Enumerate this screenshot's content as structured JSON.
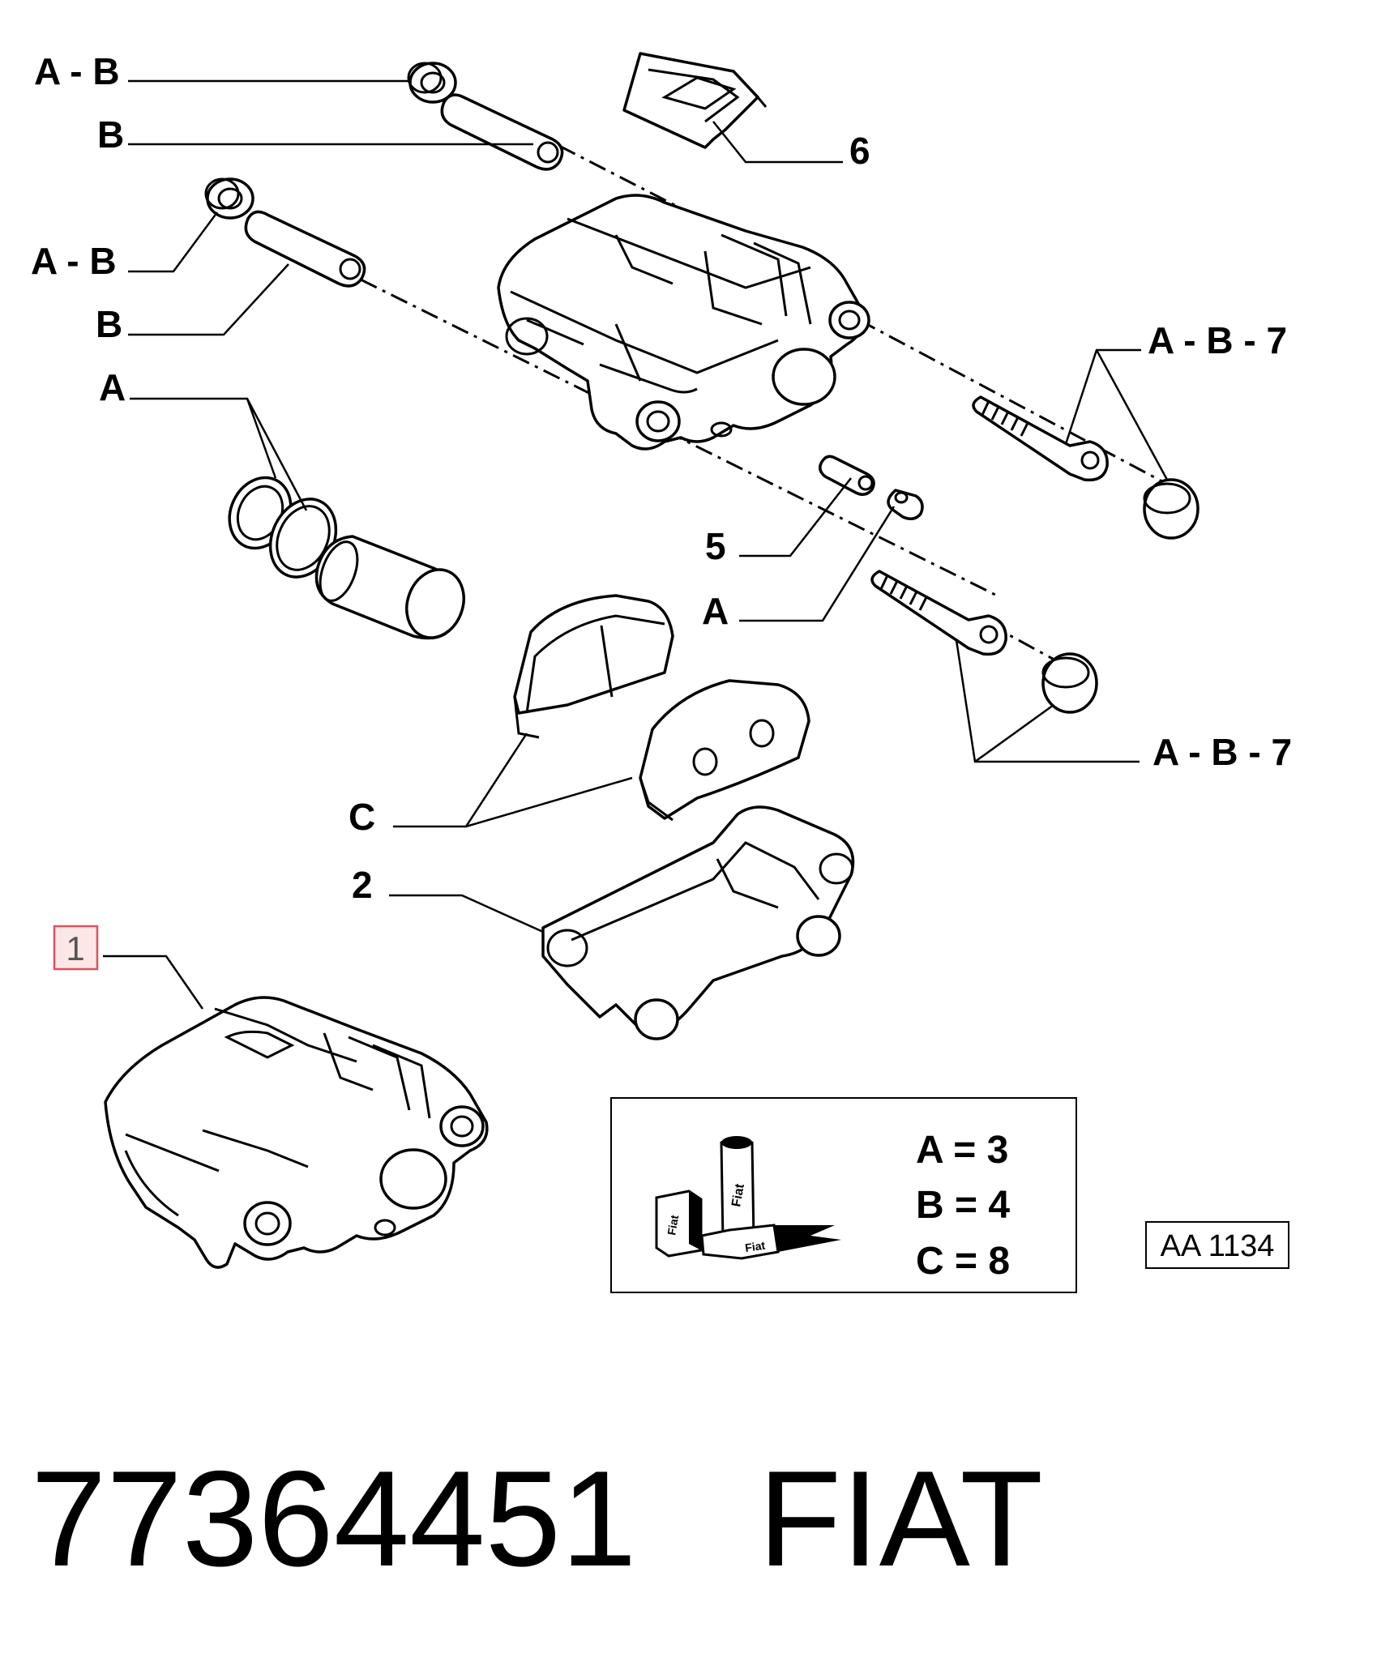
{
  "callouts": {
    "ab_top": "A - B",
    "b_top": "B",
    "ab_mid": "A - B",
    "b_mid": "B",
    "a_seals": "A",
    "six": "6",
    "ab7_upper": "A - B - 7",
    "five": "5",
    "a_nipple": "A",
    "ab7_lower": "A - B - 7",
    "c_pads": "C",
    "two": "2",
    "one": "1"
  },
  "legend": {
    "a": "A = 3",
    "b": "B = 4",
    "c": "C = 8",
    "kit_text_1": "Fiat",
    "kit_text_2": "Fiat",
    "kit_text_3": "Fiat"
  },
  "reference": "AA 1134",
  "footer": {
    "part_number": "77364451",
    "brand": "FIAT"
  },
  "colors": {
    "highlight_border": "#e0505a",
    "highlight_fill": "#fde6e6"
  }
}
